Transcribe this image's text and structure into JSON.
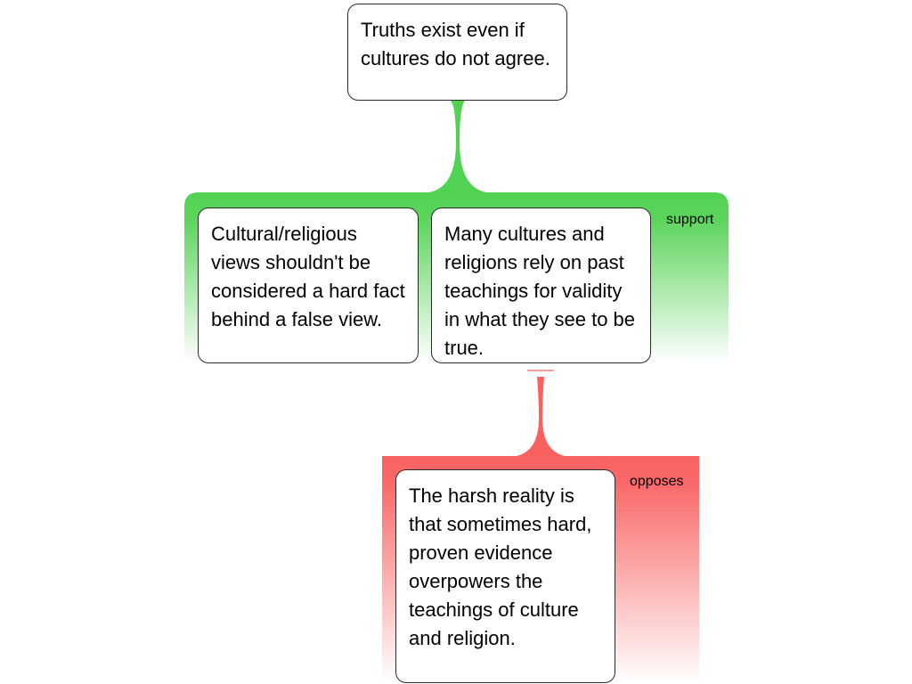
{
  "colors": {
    "support": "#52d252",
    "opposes": "#f96161",
    "border": "#2a2a2a"
  },
  "root": {
    "text": "Truths exist even if cultures do not agree."
  },
  "support_group": {
    "label": "support",
    "premises": [
      {
        "text": "Cultural/religious views shouldn't be considered a hard fact behind a false view."
      },
      {
        "text": "Many cultures and religions rely on past teachings for validity in what they see to be true."
      }
    ]
  },
  "opposes_group": {
    "label": "opposes",
    "premises": [
      {
        "text": "The harsh reality is that sometimes hard, proven evidence overpowers the teachings of culture and religion."
      }
    ]
  }
}
